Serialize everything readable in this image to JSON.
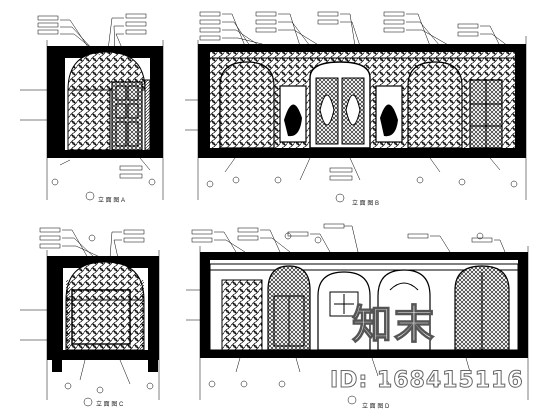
{
  "drawing": {
    "line_color": "#000000",
    "background": "#ffffff",
    "elevations": [
      {
        "id": "elevation-top-left",
        "caption": "立 面 图 A"
      },
      {
        "id": "elevation-top-right",
        "caption": "立 面 图 B"
      },
      {
        "id": "elevation-bottom-left",
        "caption": "立 面 图 C"
      },
      {
        "id": "elevation-bottom-right",
        "caption": "立 面 图 D"
      }
    ]
  },
  "watermark": {
    "logo_text": "知末",
    "id_text": "ID: 168415116"
  }
}
